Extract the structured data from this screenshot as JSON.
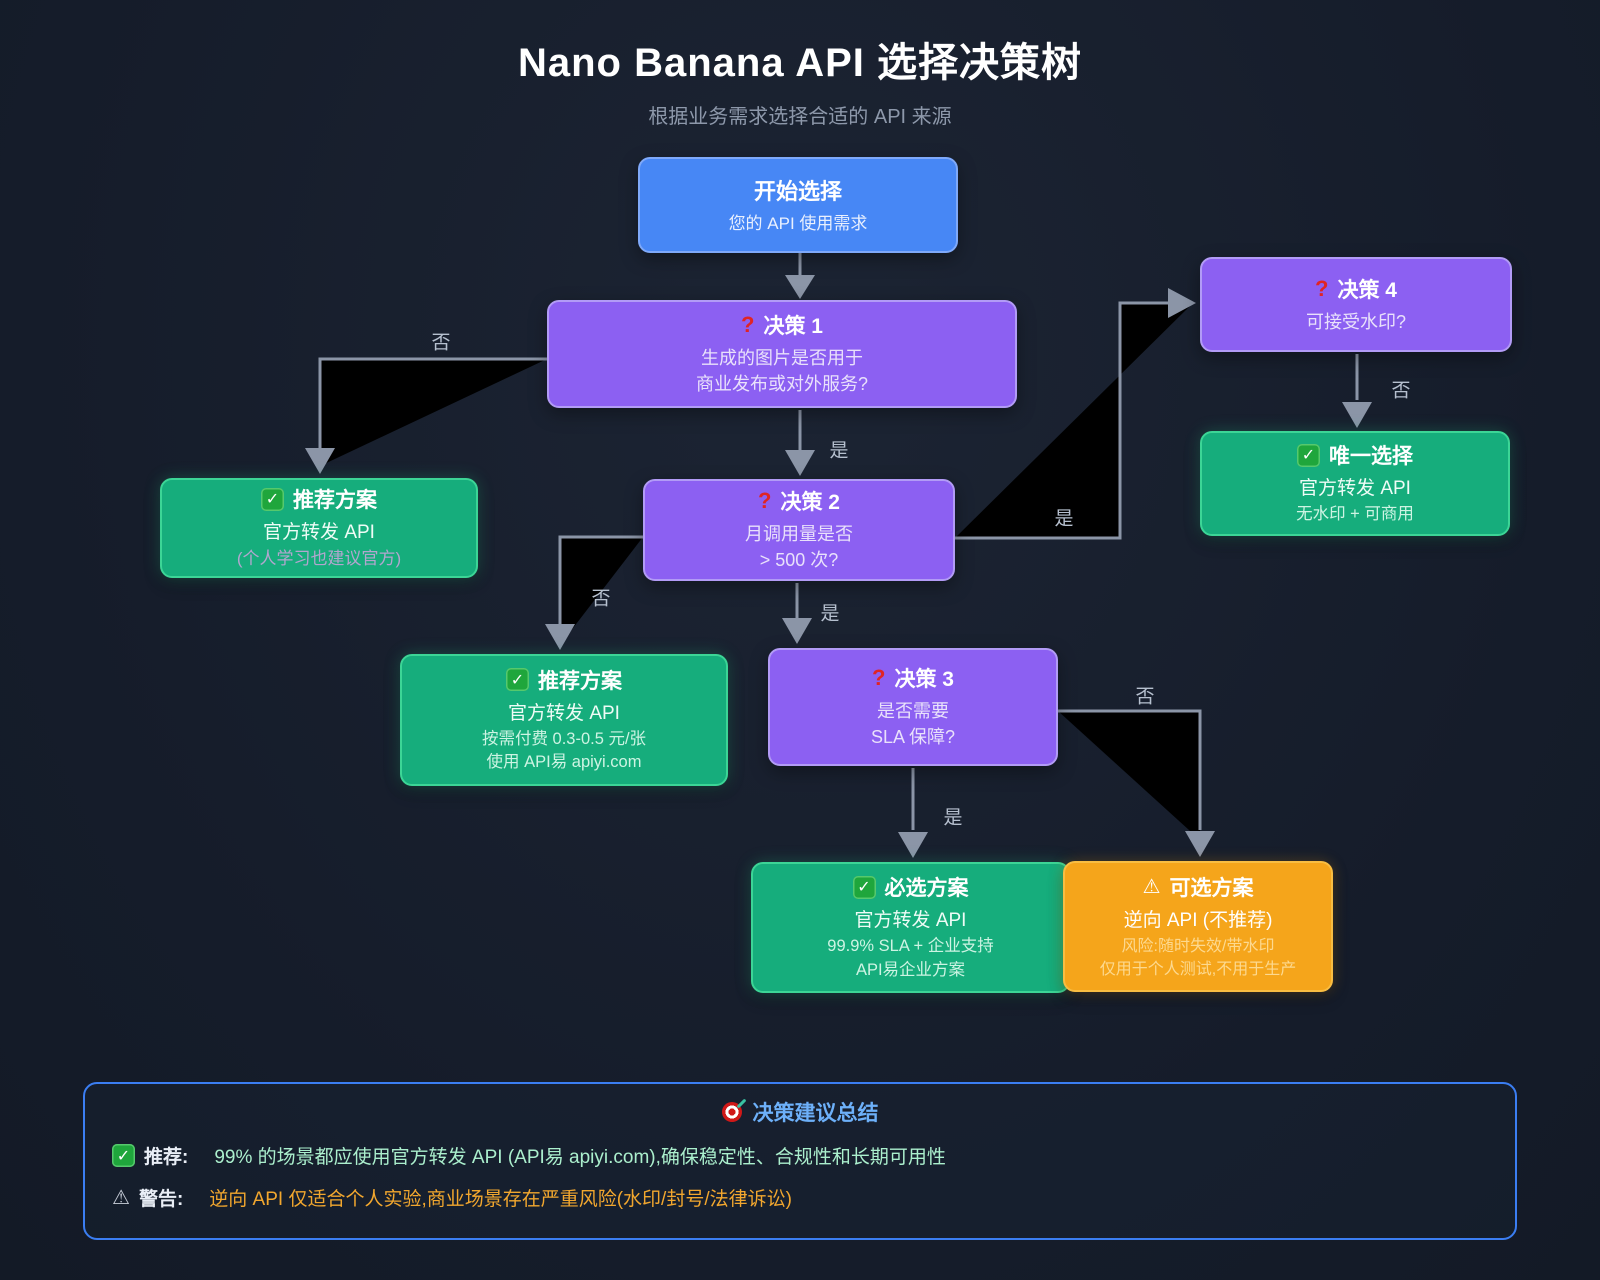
{
  "page": {
    "title": "Nano Banana API 选择决策树",
    "subtitle": "根据业务需求选择合适的 API 来源"
  },
  "icons": {
    "question": "?",
    "check": "✓",
    "warning": "⚠"
  },
  "nodes": {
    "start": {
      "title": "开始选择",
      "body": "您的 API 使用需求"
    },
    "d1": {
      "title": "决策 1",
      "line1": "生成的图片是否用于",
      "line2": "商业发布或对外服务?"
    },
    "d2": {
      "title": "决策 2",
      "line1": "月调用量是否",
      "line2": "> 500 次?"
    },
    "d3": {
      "title": "决策 3",
      "line1": "是否需要",
      "line2": "SLA 保障?"
    },
    "d4": {
      "title": "决策 4",
      "line1": "可接受水印?"
    },
    "rec1": {
      "title": "推荐方案",
      "line1": "官方转发 API",
      "line2": "(个人学习也建议官方)"
    },
    "rec2": {
      "title": "推荐方案",
      "line1": "官方转发 API",
      "line2": "按需付费 0.3-0.5 元/张",
      "line3": "使用 API易 apiyi.com"
    },
    "unique": {
      "title": "唯一选择",
      "line1": "官方转发 API",
      "line2": "无水印 + 可商用"
    },
    "must": {
      "title": "必选方案",
      "line1": "官方转发 API",
      "line2": "99.9% SLA + 企业支持",
      "line3": "API易企业方案"
    },
    "optional": {
      "title": "可选方案",
      "line1": "逆向 API (不推荐)",
      "line2": "风险:随时失效/带水印",
      "line3": "仅用于个人测试,不用于生产"
    }
  },
  "edges": {
    "d1_no": {
      "label": "否"
    },
    "d1_yes": {
      "label": "是"
    },
    "d2_no": {
      "label": "否"
    },
    "d2_yes_down": {
      "label": "是"
    },
    "d2_yes_right": {
      "label": "是"
    },
    "d3_yes": {
      "label": "是"
    },
    "d3_no": {
      "label": "否"
    },
    "d4_no": {
      "label": "否"
    }
  },
  "summary": {
    "title": "决策建议总结",
    "rows": [
      {
        "label": "推荐:",
        "text": "99% 的场景都应使用官方转发 API (API易 apiyi.com),确保稳定性、合规性和长期可用性"
      },
      {
        "label": "警告:",
        "text": "逆向 API 仅适合个人实验,商业场景存在严重风险(水印/封号/法律诉讼)"
      }
    ]
  },
  "colors": {
    "page_bg": "#151c2a",
    "node_blue": "#4787f5",
    "node_blue_border": "#7fa9f9",
    "node_purple": "#8c60f2",
    "node_purple_border": "#b29bf6",
    "node_green": "#16ad7c",
    "node_green_border": "#3cd596",
    "node_orange": "#f5a51b",
    "node_orange_border": "#f9bd42",
    "edge_line": "#8b95a7",
    "edge_fill": "#000000",
    "edge_label": "#b6c0cf",
    "summary_border": "#3b7ef2",
    "summary_title": "#6db0f9",
    "recommend_text": "#abefcd",
    "warning_text": "#f2a72e",
    "check_bg": "#1fa63c",
    "question_red": "#e02424"
  }
}
